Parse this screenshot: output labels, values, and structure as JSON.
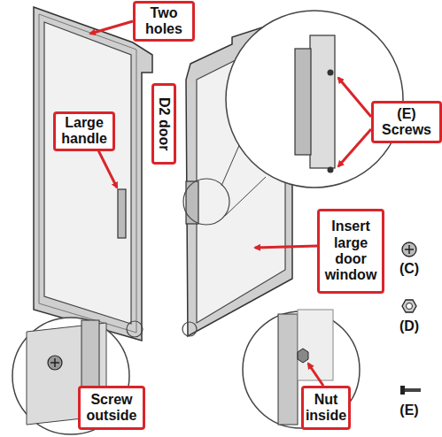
{
  "diagram": {
    "nodes": [
      {
        "text": [
          "Two holes"
        ]
      },
      {
        "text": [
          "Large handle"
        ]
      },
      {
        "text": [
          "D2 door"
        ]
      },
      {
        "text": [
          "(E) Screws"
        ]
      },
      {
        "text": [
          "Insert large door window"
        ]
      },
      {
        "text": [
          "Screw outside"
        ]
      },
      {
        "text": [
          "Nut inside"
        ]
      }
    ],
    "labels": [
      "(C)",
      "(D)",
      "(E)"
    ]
  }
}
